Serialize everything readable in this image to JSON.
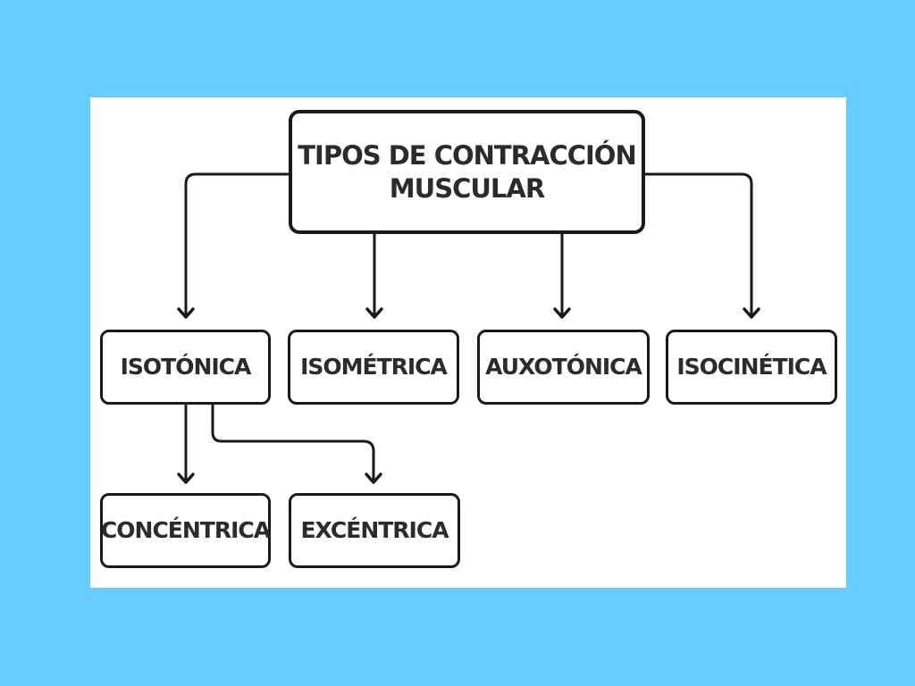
{
  "diagram": {
    "root": {
      "line1": "TIPOS DE CONTRACCIÓN",
      "line2": "MUSCULAR"
    },
    "types": [
      "ISOTÓNICA",
      "ISOMÉTRICA",
      "AUXOTÓNICA",
      "ISOCINÉTICA"
    ],
    "isotonic_subtypes": [
      "CONCÉNTRICA",
      "EXCÉNTRICA"
    ]
  },
  "colors": {
    "page_background": "#66ccff",
    "panel_background": "#ffffff",
    "stroke": "#1a1a1a",
    "text": "#2b2b2b"
  }
}
